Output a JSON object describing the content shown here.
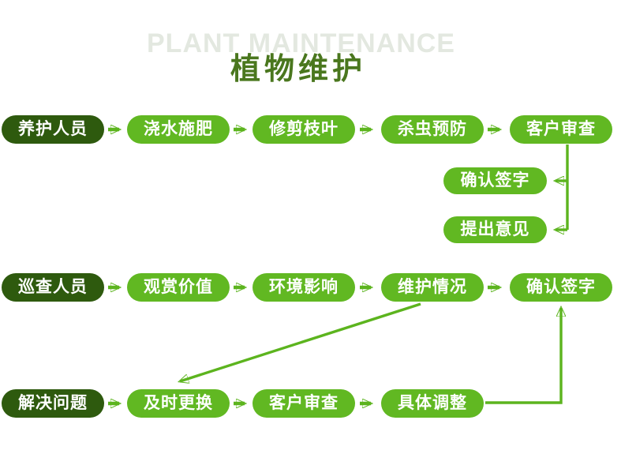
{
  "header": {
    "watermark": "PLANT MAINTENANCE",
    "title": "植物维护"
  },
  "colors": {
    "dark_pill": "#2e5a0e",
    "light_pill": "#61b822",
    "arrow": "#5cb41e",
    "title_text": "#4a771e",
    "watermark_text": "#e3e8e0",
    "pill_text": "#ffffff",
    "canvas_bg": "#ffffff"
  },
  "rows": [
    {
      "name": "maintenance-staff-flow",
      "nodes": [
        {
          "label": "养护人员",
          "type": "start"
        },
        {
          "label": "浇水施肥",
          "type": "step"
        },
        {
          "label": "修剪枝叶",
          "type": "step"
        },
        {
          "label": "杀虫预防",
          "type": "step"
        },
        {
          "label": "客户审查",
          "type": "step"
        }
      ]
    },
    {
      "name": "inspection-staff-flow",
      "nodes": [
        {
          "label": "巡查人员",
          "type": "start"
        },
        {
          "label": "观赏价值",
          "type": "step"
        },
        {
          "label": "环境影响",
          "type": "step"
        },
        {
          "label": "维护情况",
          "type": "step"
        },
        {
          "label": "确认签字",
          "type": "step"
        }
      ]
    },
    {
      "name": "problem-solving-flow",
      "nodes": [
        {
          "label": "解决问题",
          "type": "start"
        },
        {
          "label": "及时更换",
          "type": "step"
        },
        {
          "label": "客户审查",
          "type": "step"
        },
        {
          "label": "具体调整",
          "type": "step"
        }
      ]
    }
  ],
  "feedback": {
    "nodes": [
      {
        "label": "确认签字"
      },
      {
        "label": "提出意见"
      }
    ]
  }
}
